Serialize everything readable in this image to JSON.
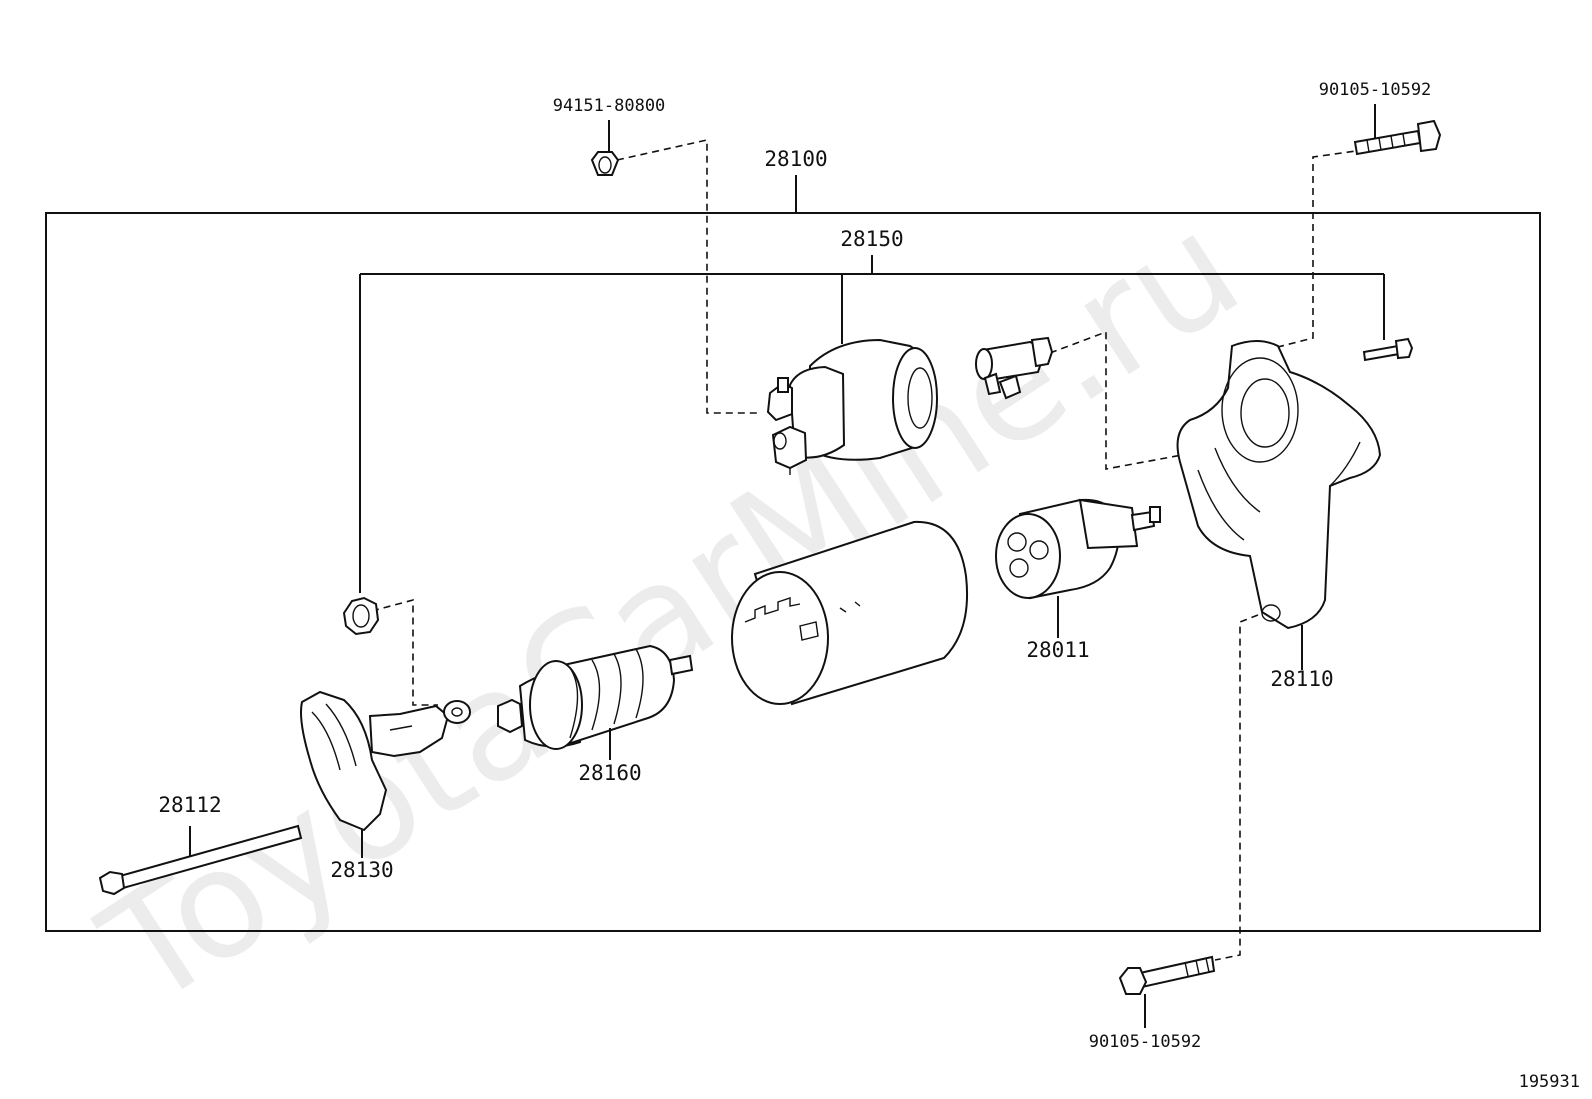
{
  "diagram": {
    "watermark": "ToyotaCarMine.ru",
    "figure_id": "195931",
    "callouts": {
      "c94151": "94151-80800",
      "c90105_top": "90105-10592",
      "c90105_bottom": "90105-10592",
      "c28100": "28100",
      "c28150": "28150",
      "c28011": "28011",
      "c28110": "28110",
      "c28160": "28160",
      "c28112": "28112",
      "c28130": "28130"
    }
  }
}
